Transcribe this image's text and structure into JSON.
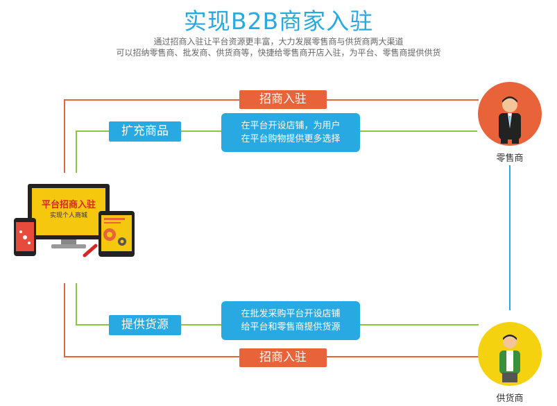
{
  "title": "实现B2B商家入驻",
  "subtitle_line1": "通过招商入驻让平台资源更丰富，大力发展零售商与供货商两大渠道",
  "subtitle_line2": "可以招纳零售商、批发商、供货商等，快捷给零售商开店入驻，为平台、零售商提供供货",
  "top_orange_label": "招商入驻",
  "bottom_orange_label": "招商入驻",
  "top_blue_label": "扩充商品",
  "bottom_blue_label": "提供货源",
  "top_box_line1": "在平台开设店铺，为用户",
  "top_box_line2": "在平台购物提供更多选择",
  "bottom_box_line1": "在批发采购平台开设店铺",
  "bottom_box_line2": "给平台和零售商提供货源",
  "retailer_label": "零售商",
  "supplier_label": "供货商",
  "device_screen_line1": "平台招商入驻",
  "device_screen_line2": "实现个人商城",
  "colors": {
    "blue": "#29a9e1",
    "orange": "#e8633a",
    "green": "#8cc63f",
    "yellow": "#f5d20f"
  }
}
